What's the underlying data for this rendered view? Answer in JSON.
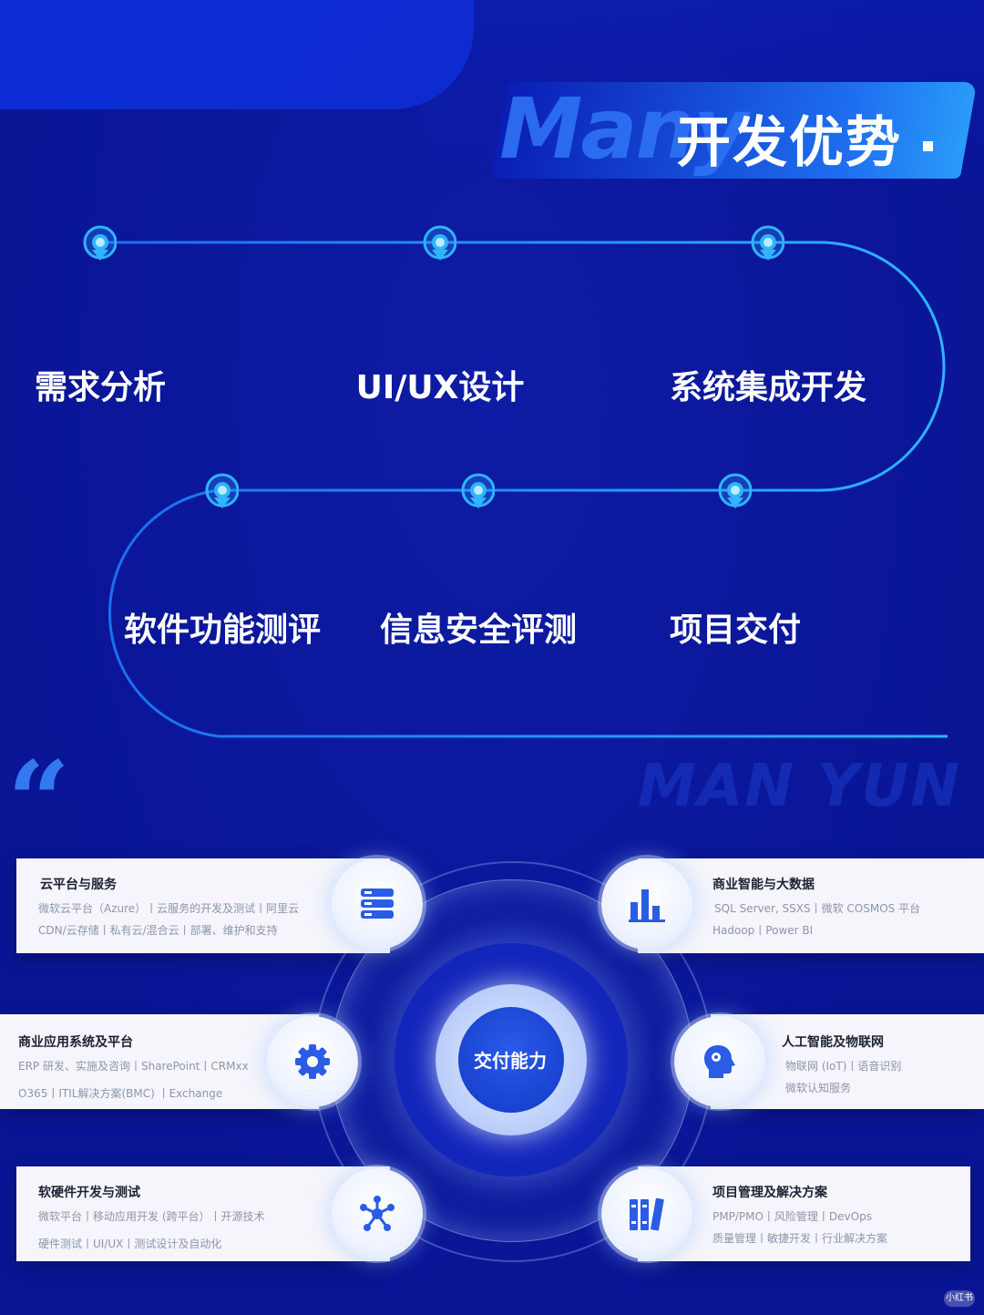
{
  "title": {
    "script": "Many",
    "main": "开发优势",
    "dot": "."
  },
  "steps": [
    {
      "label": "需求分析"
    },
    {
      "label": "UI/UX设计"
    },
    {
      "label": "系统集成开发"
    },
    {
      "label": "软件功能测评"
    },
    {
      "label": "信息安全评测"
    },
    {
      "label": "项目交付"
    }
  ],
  "quote_mark": "“",
  "watermark": "MAN YUN",
  "hub": {
    "label": "交付能力"
  },
  "capabilities": [
    {
      "title": "云平台与服务",
      "line1": "微软云平台（Azure）丨云服务的开发及测试丨阿里云",
      "line2": "CDN/云存储丨私有云/混合云丨部署、维护和支持",
      "icon": "server-icon"
    },
    {
      "title": "商业智能与大数据",
      "line1": "SQL Server, SSXS丨微软 COSMOS 平台",
      "line2": "Hadoop丨Power BI",
      "icon": "bar-chart-icon"
    },
    {
      "title": "商业应用系统及平台",
      "line1": "ERP 研发、实施及咨询丨SharePoint丨CRMxx",
      "line2": "O365丨ITIL解决方案(BMC) 丨Exchange",
      "icon": "gear-icon"
    },
    {
      "title": "人工智能及物联网",
      "line1": "物联网 (IoT)丨语音识别",
      "line2": "微软认知服务",
      "icon": "ai-head-icon"
    },
    {
      "title": "软硬件开发与测试",
      "line1": "微软平台丨移动应用开发 (跨平台）丨开源技术",
      "line2": "硬件测试丨UI/UX丨测试设计及自动化",
      "icon": "network-icon"
    },
    {
      "title": "项目管理及解决方案",
      "line1": "PMP/PMO丨风险管理丨DevOps",
      "line2": "质量管理丨敏捷开发丨行业解决方案",
      "icon": "books-icon"
    }
  ],
  "badge": "小红书",
  "colors": {
    "background": "#0a1596",
    "accent": "#2fb4ff",
    "banner": "#1e6ff0"
  }
}
